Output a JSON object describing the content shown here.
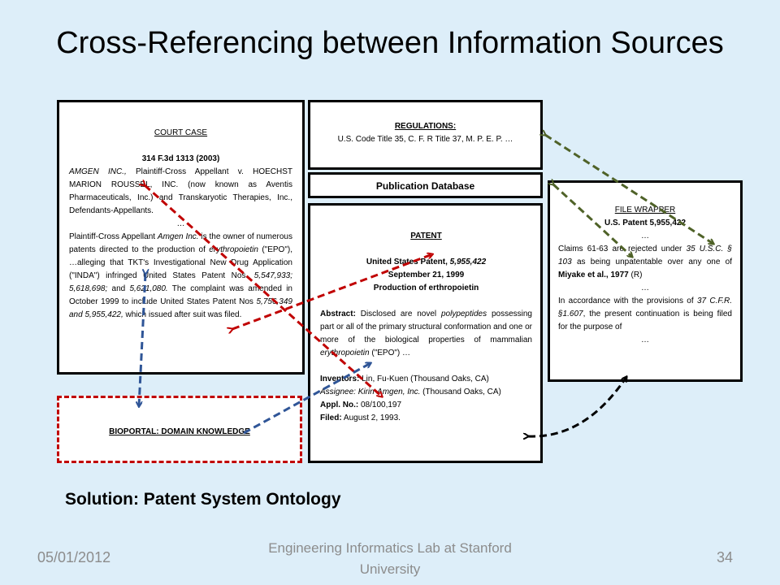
{
  "title": "Cross-Referencing between Information Sources",
  "court_case": {
    "heading": "COURT CASE",
    "citation": "314 F.3d 1313 (2003)",
    "parties_lead": "AMGEN INC.,",
    "parties_rest": " Plaintiff-Cross Appellant v. HOECHST MARION ROUSSEL, INC. (now known as Aventis Pharmaceuticals, Inc.) and Transkaryotic Therapies, Inc., Defendants-Appellants.",
    "ellipsis": "…",
    "body_1": "Plaintiff-Cross Appellant ",
    "body_amgen": "Amgen Inc.",
    "body_2": " is the owner of numerous patents directed to the production of ",
    "body_epo": "erythropoietin",
    "body_3": " (\"EPO\"), …alleging that TKT's Investigational New Drug Application (\"INDA\") infringed United States Patent Nos. ",
    "body_nums1": "5,547,933; 5,618,698;",
    "body_and": " and ",
    "body_nums2": "5,621,080.",
    "body_4": " The complaint was amended in October 1999 to include United States Patent Nos ",
    "body_nums3": "5,756,349 and 5,955,422,",
    "body_5": " which issued after suit was filed."
  },
  "regulations": {
    "heading": "REGULATIONS:",
    "text": "U.S. Code Title 35, C. F. R Title 37,  M. P. E. P. …"
  },
  "publication_db": "Publication Database",
  "patent": {
    "heading": "PATENT",
    "line1_a": "United States Patent, ",
    "line1_b": "5,955,422",
    "date": "September 21, 1999",
    "subtitle": "Production of erthropoietin",
    "abstract_label": "Abstract:",
    "abstract_1": " Disclosed are novel ",
    "abstract_poly": "polypeptides",
    "abstract_2": " possessing part or all of the primary structural conformation and one or more of the biological properties of mammalian ",
    "abstract_ery": "erythropoietin",
    "abstract_3": " (\"EPO\") …",
    "inventors_label": "Inventors:",
    "inventors": " Lin, Fu-Kuen (Thousand Oaks, CA)",
    "assignee": "Assignee: Kirin-Amgen, Inc.",
    "assignee_loc": " (Thousand Oaks, CA)",
    "appl_label": "Appl. No.:",
    "appl": " 08/100,197",
    "filed_label": "Filed:",
    "filed": " August 2, 1993."
  },
  "file_wrapper": {
    "heading": "FILE WRAPPER",
    "patent": "U.S. Patent 5,955,422",
    "ellipsis": "…",
    "claims_1": "Claims 61-63 are rejected under ",
    "claims_usc": "35 U.S.C. § 103",
    "claims_2": " as being unpatentable over any one of ",
    "claims_ref": "Miyake  et al., 1977",
    "claims_3": " (R)",
    "ellipsis2": "…",
    "accord_1": "In accordance with the provisions of ",
    "accord_cfr": "37 C.F.R. §1.607",
    "accord_2": ", the present continuation is being filed for the purpose of",
    "ellipsis3": "…"
  },
  "bioportal": "BIOPORTAL: DOMAIN KNOWLEDGE",
  "solution": "Solution: Patent System Ontology",
  "footer": {
    "date": "05/01/2012",
    "center": "Engineering Informatics Lab at Stanford University",
    "page": "34"
  },
  "colors": {
    "background": "#ddeef9",
    "red_arrow": "#c00000",
    "blue_arrow": "#2f5597",
    "green_arrow": "#4f6228",
    "black_arrow": "#000000"
  }
}
